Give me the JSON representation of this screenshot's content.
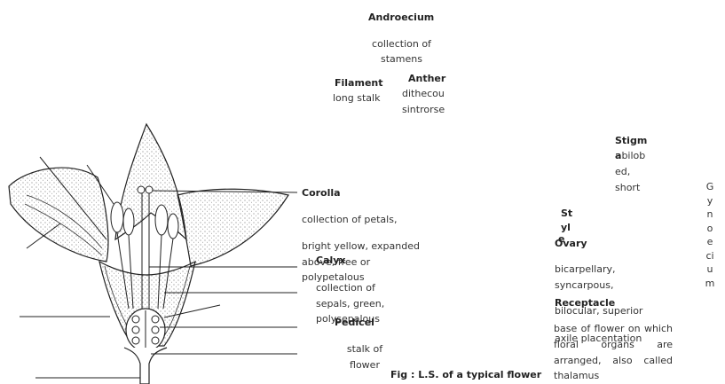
{
  "androecium": {
    "title": "Androecium",
    "desc_1": "collection of",
    "desc_2": "stamens",
    "filament_title": "Filament",
    "filament_desc": "long stalk",
    "anther_title": "Anther",
    "anther_desc_1": "dithecou",
    "anther_desc_2": "sintrorse"
  },
  "gynoecium": {
    "stigma_title": "Stigm",
    "stigma_desc_1_bold": "a",
    "stigma_desc_1_rest": "bilob",
    "stigma_desc_2": "ed,",
    "stigma_desc_3": "short",
    "style_1": "St",
    "style_2": "yl",
    "style_3": "e",
    "ovary_title": "Ovary",
    "ovary_desc_1": "bicarpellary,",
    "ovary_desc_2": "syncarpous,",
    "ovary_desc_3": "bilocular, superior",
    "ovary_desc_4": "axile placentation",
    "vertical_letters": [
      "G",
      "y",
      "n",
      "o",
      "e",
      "ci",
      "u",
      "m"
    ]
  },
  "corolla": {
    "title": "Corolla",
    "desc_1": "collection of petals,",
    "desc_2": "bright yellow, expanded",
    "desc_3": "above, free or",
    "desc_4": "polypetalous"
  },
  "calyx": {
    "title": "Calyx",
    "desc_1": "collection of",
    "desc_2": "sepals, green,",
    "desc_3": "polysepalous"
  },
  "pedicel": {
    "title": "Pedicel",
    "desc_1": "stalk of",
    "desc_2": "flower"
  },
  "receptacle": {
    "title": "Receptacle",
    "desc_1": "base of flower on which",
    "desc_2": "floral organs are",
    "desc_3": "arranged, also called",
    "desc_4": "thalamus"
  },
  "caption": "Fig : L.S. of a typical flower"
}
